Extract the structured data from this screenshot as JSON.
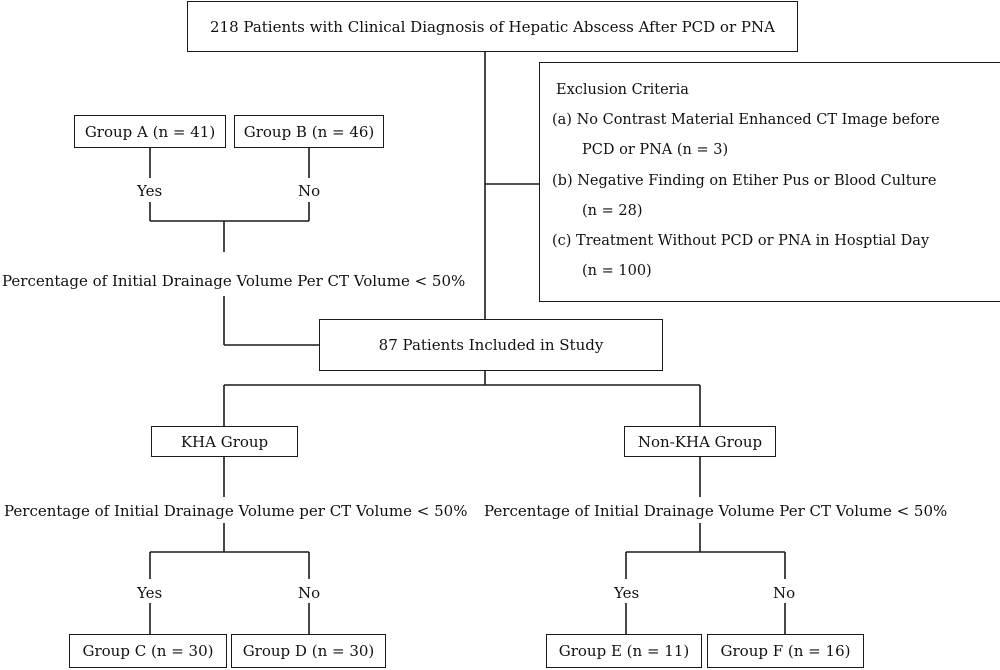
{
  "top_box": "218 Patients with Clinical Diagnosis of Hepatic Abscess After PCD or PNA",
  "exclusion": {
    "title": "Exclusion Criteria",
    "lines": [
      "(a) No Contrast Material Enhanced CT Image before",
      "PCD or PNA (n = 3)",
      "(b) Negative Finding  on Etiher Pus or Blood Culture",
      "(n = 28)",
      "(c) Treatment Without  PCD or PNA in Hosptial Day",
      "(n = 100)"
    ]
  },
  "left_branch": {
    "group_a": "Group A (n = 41)",
    "group_b": "Group B (n = 46)",
    "yes": "Yes",
    "no": "No",
    "criterion": "Percentage of Initial Drainage Volume Per CT Volume  < 50%"
  },
  "included_box": "87 Patients Included  in Study",
  "kha": {
    "title": "KHA Group",
    "criterion": "Percentage of Initial Drainage Volume per CT Volume  < 50%",
    "yes": "Yes",
    "no": "No",
    "group_yes": "Group C (n = 30)",
    "group_no": "Group D (n = 30)"
  },
  "non_kha": {
    "title": "Non-KHA Group",
    "criterion": "Percentage of Initial Drainage Volume Per CT Volume  < 50%",
    "yes": "Yes",
    "no": "No",
    "group_yes": "Group E (n = 11)",
    "group_no": "Group F (n = 16)"
  }
}
